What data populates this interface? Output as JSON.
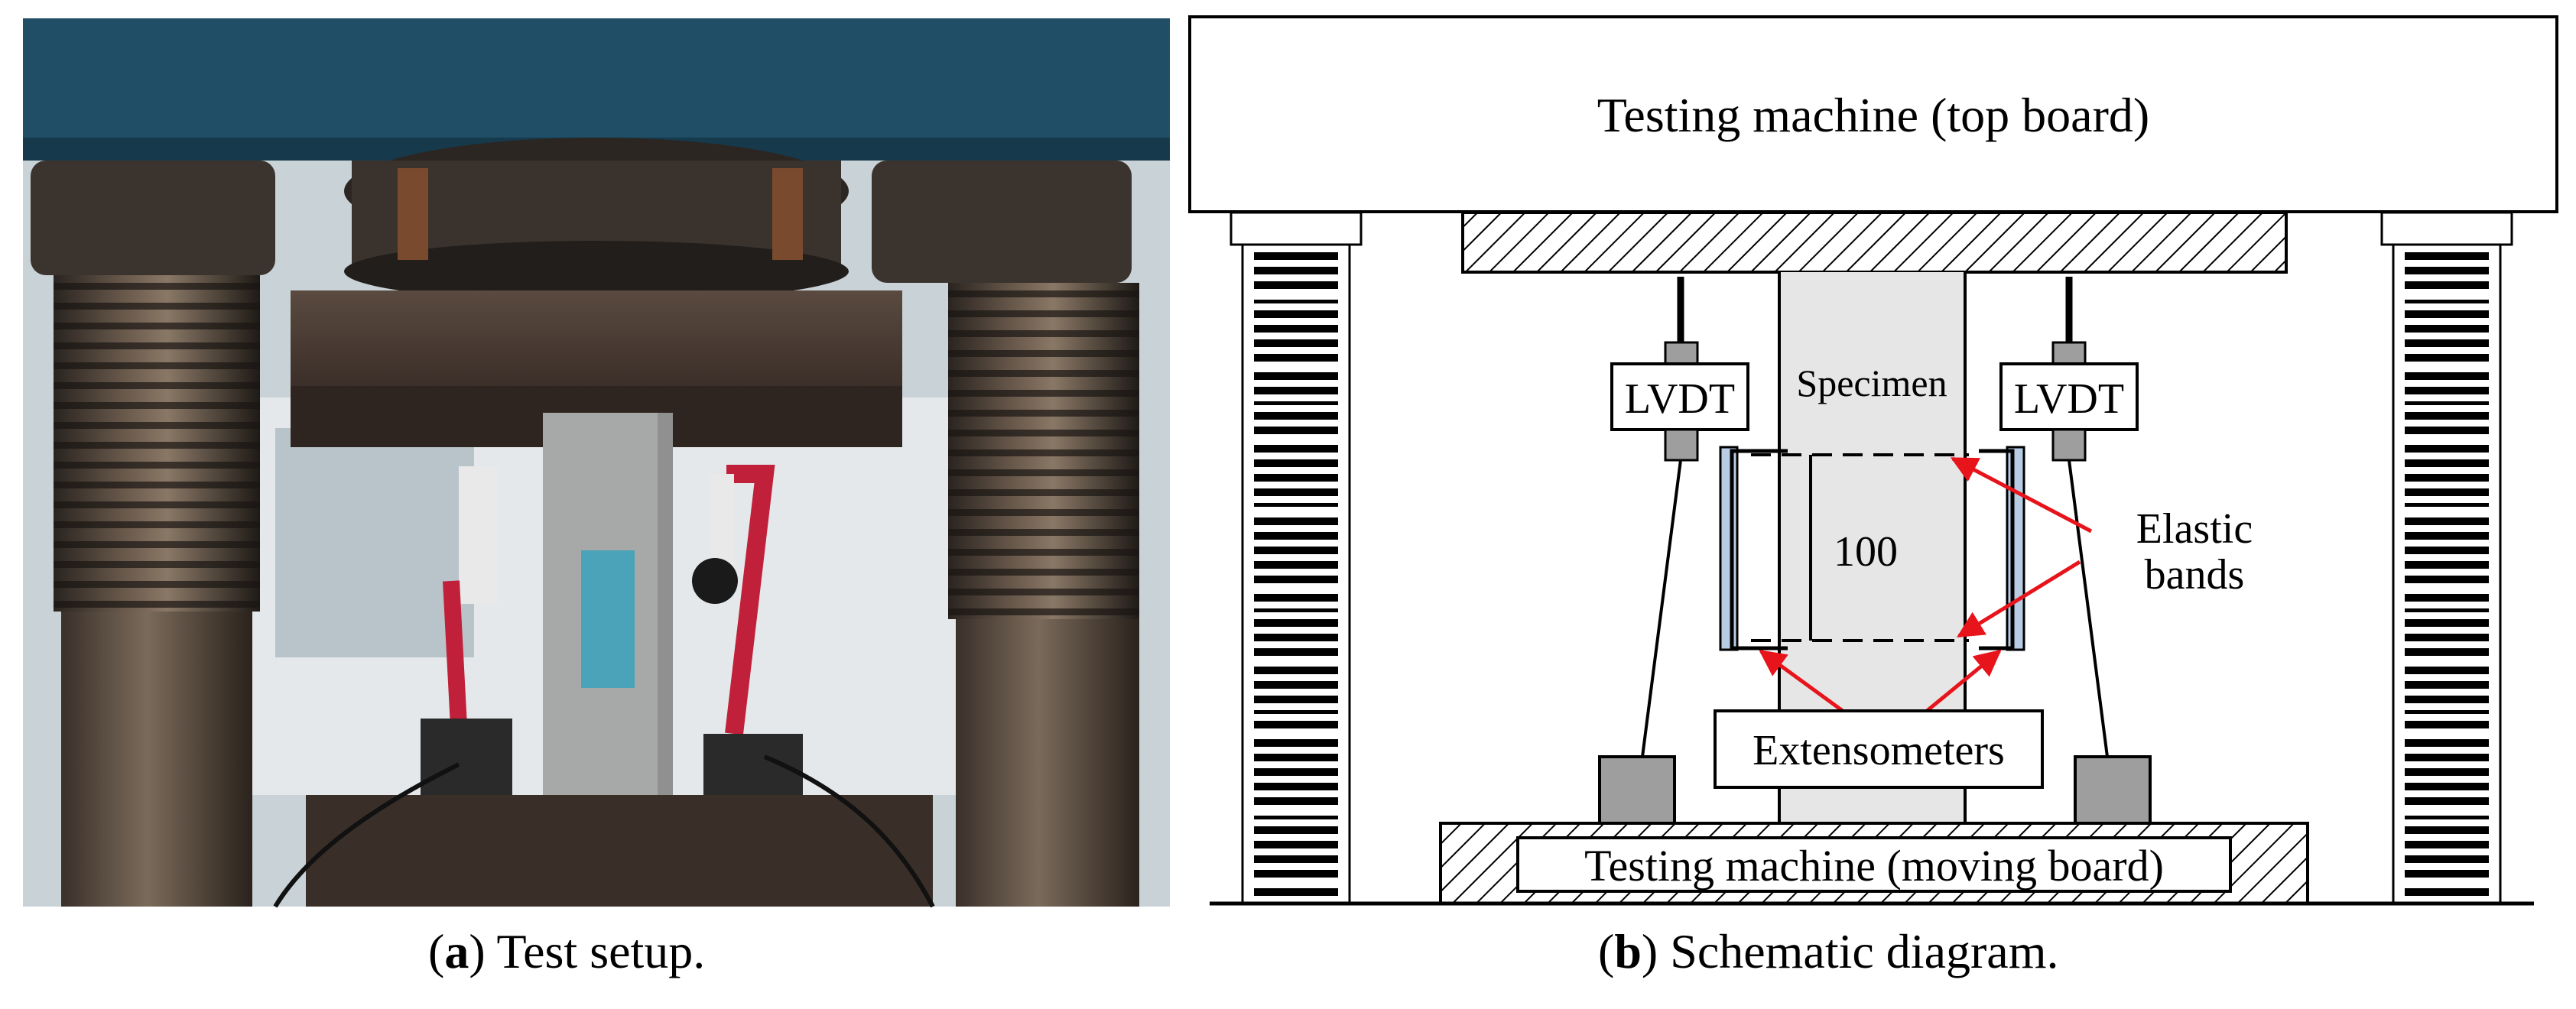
{
  "panel_a": {
    "caption_letter": "a",
    "caption_text": "Test setup."
  },
  "panel_b": {
    "caption_letter": "b",
    "caption_text": "Schematic diagram.",
    "labels": {
      "top_board": "Testing machine (top board)",
      "moving_board": "Testing machine (moving board)",
      "specimen": "Specimen",
      "lvdt_left": "LVDT",
      "lvdt_right": "LVDT",
      "gauge_length": "100",
      "elastic_bands_line1": "Elastic",
      "elastic_bands_line2": "bands",
      "extensometers": "Extensometers"
    }
  },
  "colors": {
    "arrow": "#e8141c",
    "specimen_fill": "#e6e6e6",
    "lvdt_gray": "#9e9e9e",
    "band_blue": "#b8cce4"
  }
}
